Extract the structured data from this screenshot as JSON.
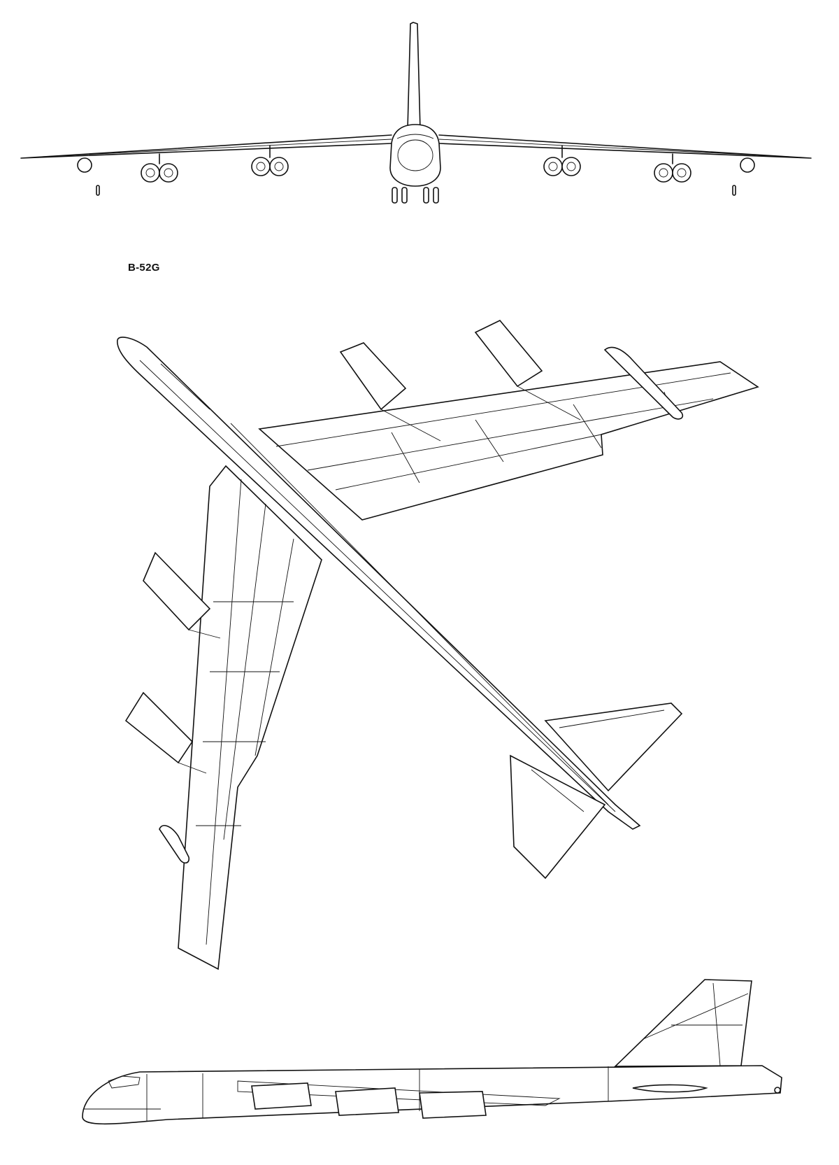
{
  "drawing": {
    "variant_label": "B-52G",
    "views": [
      {
        "view": "front",
        "icon": "aircraft-front-view-icon"
      },
      {
        "view": "plan",
        "icon": "aircraft-plan-view-icon"
      },
      {
        "view": "side",
        "icon": "aircraft-side-view-icon"
      }
    ],
    "colors": {
      "ink": "#111111",
      "paper": "#ffffff"
    }
  }
}
